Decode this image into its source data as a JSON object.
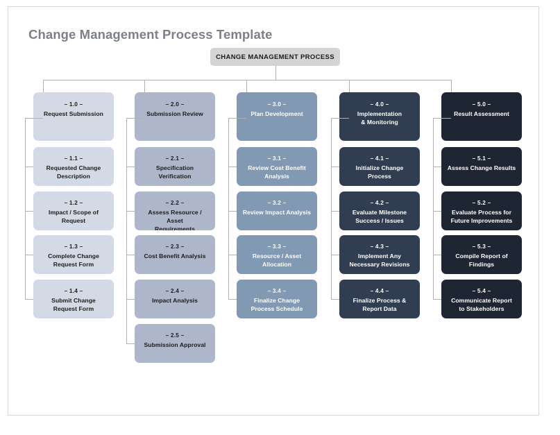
{
  "page": {
    "title": "Change Management Process Template",
    "title_color": "#7c8089",
    "background": "#ffffff",
    "border_color": "#d8d8d8",
    "connector_color": "#b0b0b0"
  },
  "root": {
    "label": "CHANGE MANAGEMENT PROCESS",
    "fill": "#d4d4d4",
    "text_color": "#1b1b1b"
  },
  "columns": [
    {
      "fill": "#d3dae5",
      "text_color": "#1b1b1b",
      "header": {
        "num": "– 1.0 –",
        "title": "Request Submission"
      },
      "children": [
        {
          "num": "– 1.1 –",
          "title": "Requested Change\nDescription"
        },
        {
          "num": "– 1.2 –",
          "title": "Impact / Scope of\nRequest"
        },
        {
          "num": "– 1.3 –",
          "title": "Complete Change\nRequest Form"
        },
        {
          "num": "– 1.4 –",
          "title": "Submit Change\nRequest Form"
        }
      ]
    },
    {
      "fill": "#aeb6c9",
      "text_color": "#1b1b1b",
      "header": {
        "num": "– 2.0 –",
        "title": "Submission Review"
      },
      "children": [
        {
          "num": "– 2.1 –",
          "title": "Specification\nVerification"
        },
        {
          "num": "– 2.2 –",
          "title": "Assess Resource / Asset\nRequirements"
        },
        {
          "num": "– 2.3 –",
          "title": "Cost Benefit Analysis"
        },
        {
          "num": "– 2.4 –",
          "title": "Impact Analysis"
        },
        {
          "num": "– 2.5 –",
          "title": "Submission Approval"
        }
      ]
    },
    {
      "fill": "#8299b4",
      "text_color": "#ffffff",
      "header": {
        "num": "– 3.0 –",
        "title": "Plan Development"
      },
      "children": [
        {
          "num": "– 3.1 –",
          "title": "Review Cost Benefit\nAnalysis"
        },
        {
          "num": "– 3.2 –",
          "title": "Review Impact Analysis"
        },
        {
          "num": "– 3.3 –",
          "title": "Resource / Asset\nAllocation"
        },
        {
          "num": "– 3.4 –",
          "title": "Finalize Change\nProcess Schedule"
        }
      ]
    },
    {
      "fill": "#313e52",
      "text_color": "#ffffff",
      "header": {
        "num": "– 4.0 –",
        "title": "Implementation\n& Monitoring"
      },
      "children": [
        {
          "num": "– 4.1 –",
          "title": "Initialize Change\nProcess"
        },
        {
          "num": "– 4.2 –",
          "title": "Evaluate Milestone\nSuccess / Issues"
        },
        {
          "num": "– 4.3 –",
          "title": "Implement Any\nNecessary Revisions"
        },
        {
          "num": "– 4.4 –",
          "title": "Finalize Process &\nReport Data"
        }
      ]
    },
    {
      "fill": "#1e2533",
      "text_color": "#ffffff",
      "header": {
        "num": "– 5.0 –",
        "title": "Result Assessment"
      },
      "children": [
        {
          "num": "– 5.1 –",
          "title": "Assess Change Results"
        },
        {
          "num": "– 5.2 –",
          "title": "Evaluate Process for\nFuture Improvements"
        },
        {
          "num": "– 5.3 –",
          "title": "Compile Report of\nFindings"
        },
        {
          "num": "– 5.4 –",
          "title": "Communicate Report\nto Stakeholders"
        }
      ]
    }
  ]
}
